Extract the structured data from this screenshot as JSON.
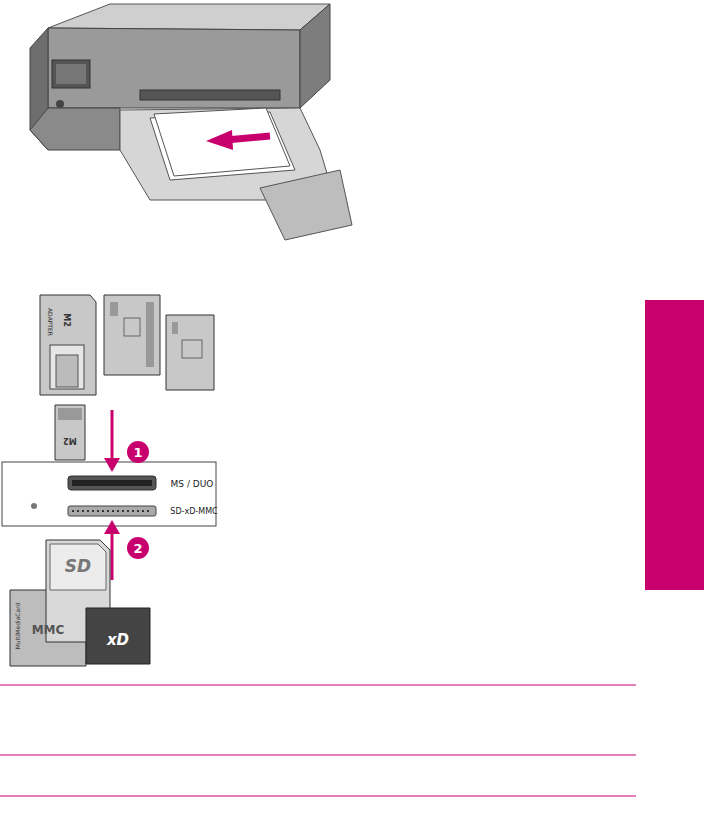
{
  "diagram": {
    "labels": [
      "1",
      "MS / DUO",
      "SD-xD-MMC",
      "2",
      "SD",
      "MMC",
      "xD",
      "M2",
      "M2",
      "ADAPTER",
      "MultiMediaCard"
    ]
  }
}
